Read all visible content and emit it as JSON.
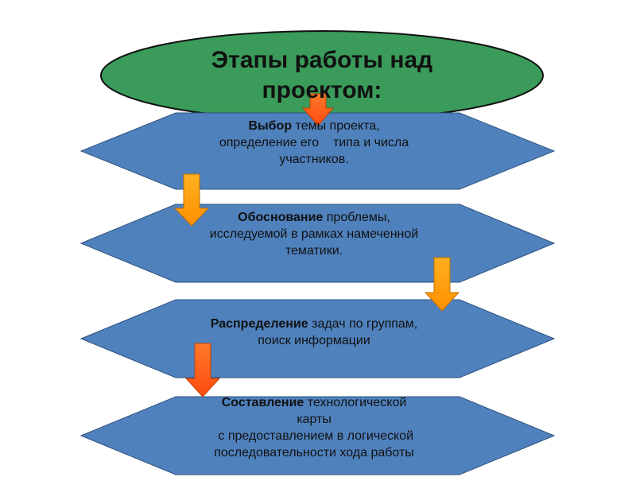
{
  "title": {
    "line1": "Этапы работы над",
    "line2": "проектом:"
  },
  "steps": [
    {
      "bold": "Выбор",
      "line1_rest": " темы проекта,",
      "line2": "определение его    типа и числа",
      "line3": "участников."
    },
    {
      "bold": "Обоснование",
      "line1_rest": " проблемы,",
      "line2": "исследуемой в рамках намеченной",
      "line3": "тематики."
    },
    {
      "bold": "Распределение",
      "line1_rest": " задач по группам,",
      "line2": "поиск информации"
    },
    {
      "bold": "Составление",
      "line1_rest": " технологической",
      "line2": "карты",
      "line3": " с предоставлением в логической",
      "line4": "последовательности хода работы"
    }
  ],
  "colors": {
    "ellipse_fill": "#3a9b5a",
    "hexagon_fill": "#4f81bd",
    "arrow_red": "#ff5a1a",
    "arrow_orange": "#ffa010"
  }
}
